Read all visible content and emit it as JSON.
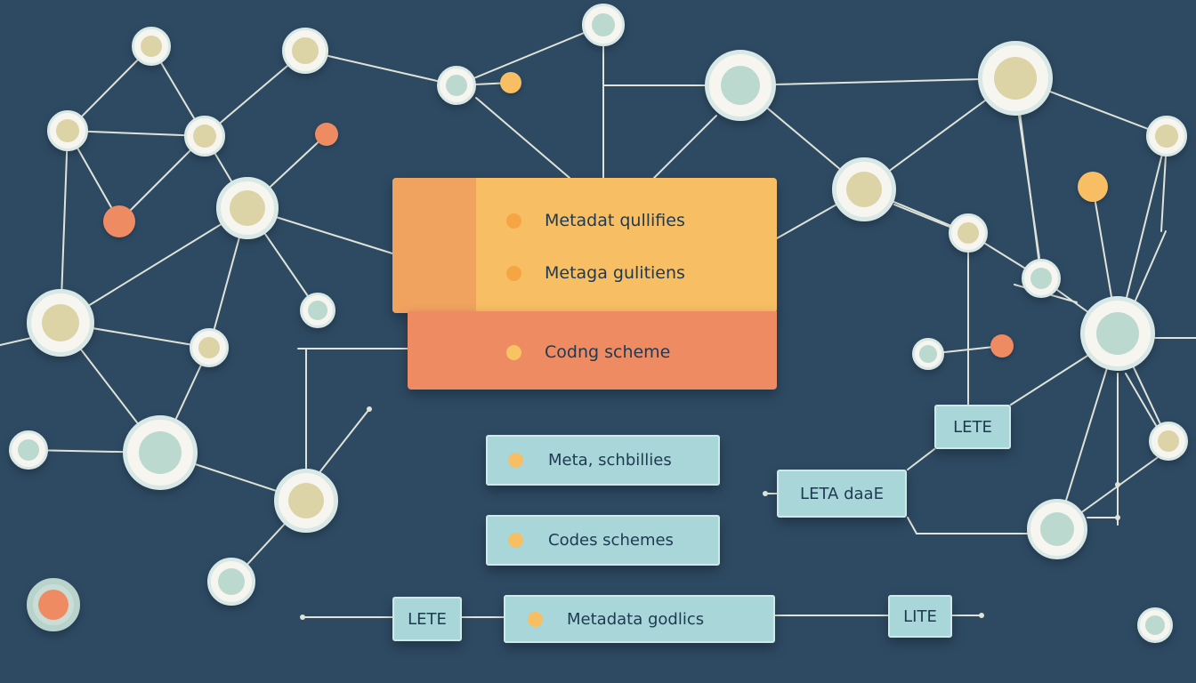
{
  "diagram": {
    "main_panel": {
      "items": [
        {
          "label": "Metadat qullifies"
        },
        {
          "label": "Metaga gulitiens"
        }
      ]
    },
    "coding_panel": {
      "label": "Codng scheme"
    },
    "boxes": [
      {
        "label": "Meta, schbillies"
      },
      {
        "label": "Codes schemes"
      },
      {
        "label": "Metadata godlics"
      }
    ],
    "tags": [
      {
        "label": "LETE"
      },
      {
        "label": "LETA daaE"
      },
      {
        "label": "LETE"
      },
      {
        "label": "LITE"
      }
    ]
  },
  "colors": {
    "background": "#2e4a63",
    "edge": "#dfe3d8",
    "node_ring": "#f7f5ef",
    "core_sand": "#dcd3a6",
    "core_mint": "#bcd9d0",
    "accent_orange": "#f7be63",
    "accent_coral": "#ef8b63",
    "tag_fill": "#a9d6d8"
  }
}
